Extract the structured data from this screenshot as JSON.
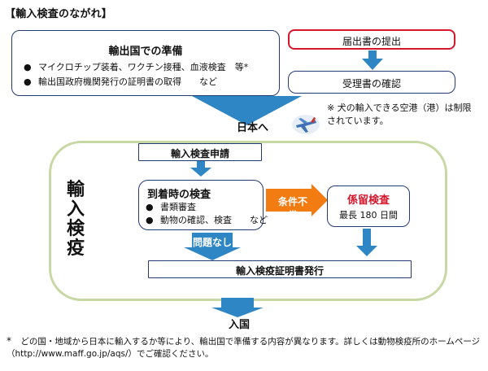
{
  "page": {
    "title": "【輸入検査のながれ】"
  },
  "export_prep": {
    "title": "輸出国での準備",
    "bullets": [
      "マイクロチップ装着、ワクチン接種、血液検査　等*",
      "輸出国政府機関発行の証明書の取得　　など"
    ]
  },
  "notification_submission": {
    "title": "届出書の提出"
  },
  "receipt_confirmation": {
    "title": "受理書の確認"
  },
  "arrival": {
    "title": "日本へ"
  },
  "note": {
    "text": "※ 犬の輸入できる空港（港）は制限されています。"
  },
  "quarantine": {
    "label_chars": [
      "輸",
      "入",
      "検",
      "疫"
    ],
    "application": "輸入検査申請",
    "inspection_on_arrival": {
      "title": "到着時の検査",
      "bullets": [
        "書類審査",
        "動物の確認、検査　　など"
      ]
    },
    "condition_label": "条件不備",
    "detention": {
      "title": "係留検査",
      "detail": "最長 180 日間"
    },
    "no_problem_label": "問題なし",
    "certificate_issuance": "輸入検疫証明書発行"
  },
  "entry": {
    "title": "入国"
  },
  "footnote": {
    "mark": "*",
    "text": "どの国・地域から日本に輸入するか等により、輸出国で準備する内容が異なります。詳しくは動物検疫所のホームページ（http://www.maff.go.jp/aqs/）でご確認ください。"
  },
  "colors": {
    "navy": "#243a72",
    "red": "#d6162b",
    "blue_arrow": "#2f86c5",
    "orange": "#f37c12",
    "green_frame": "#c8d8a5"
  },
  "icons": {
    "arrival": "airplane-icon"
  }
}
